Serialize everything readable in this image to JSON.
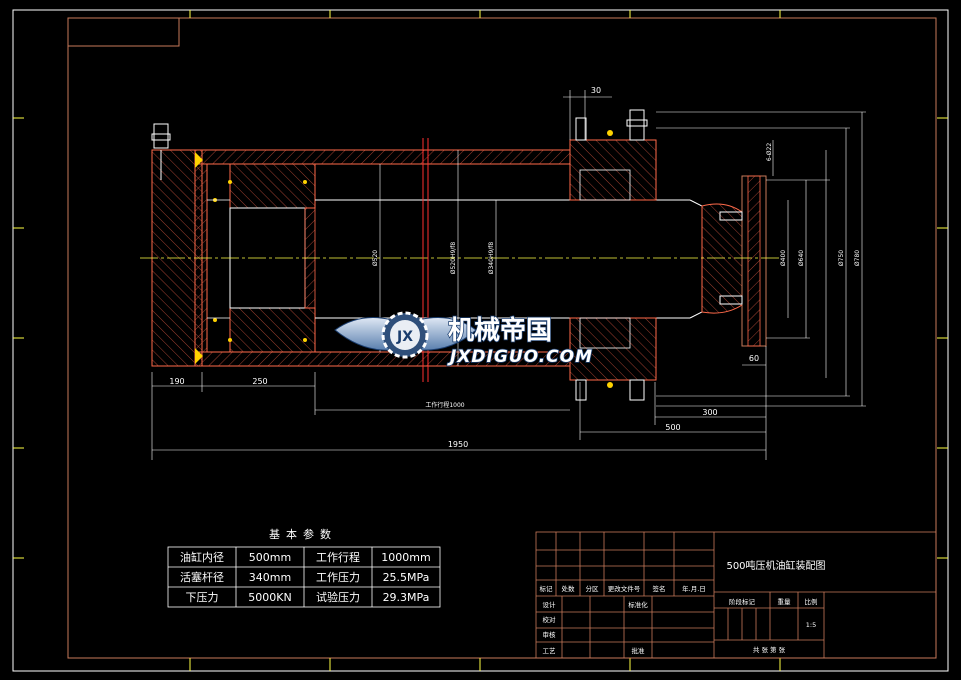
{
  "drawing": {
    "dimensions": {
      "d30": "30",
      "d190": "190",
      "d250": "250",
      "stroke": "工作行程1000",
      "d1950": "1950",
      "d300": "300",
      "d500": "500",
      "d60": "60",
      "phi520": "Ø520",
      "phi520h9": "Ø520H9/f8",
      "phi340h9": "Ø340H9/f8",
      "phi400": "Ø400",
      "phi640": "Ø640",
      "phi750": "Ø750",
      "phi780": "Ø780",
      "holes": "6-Ø22"
    }
  },
  "logo": {
    "cn": "机械帝国",
    "en": "JXDIGUO.COM",
    "badge": "JX"
  },
  "params": {
    "title": "基本参数",
    "rows": [
      [
        "油缸内径",
        "500mm",
        "工作行程",
        "1000mm"
      ],
      [
        "活塞杆径",
        "340mm",
        "工作压力",
        "25.5MPa"
      ],
      [
        "下压力",
        "5000KN",
        "试验压力",
        "29.3MPa"
      ]
    ]
  },
  "title_block": {
    "drawing_name": "500吨压机油缸装配图",
    "scale": "1:5",
    "headers": [
      "标记",
      "处数",
      "分区",
      "更改文件号",
      "签名",
      "年.月.日"
    ],
    "roles": [
      "设计",
      "校对",
      "审核",
      "工艺"
    ],
    "standardize": "标准化",
    "approve": "批准",
    "stage_labels": [
      "阶段标记",
      "重量",
      "比例"
    ],
    "sheet": "共 张 第 张"
  }
}
